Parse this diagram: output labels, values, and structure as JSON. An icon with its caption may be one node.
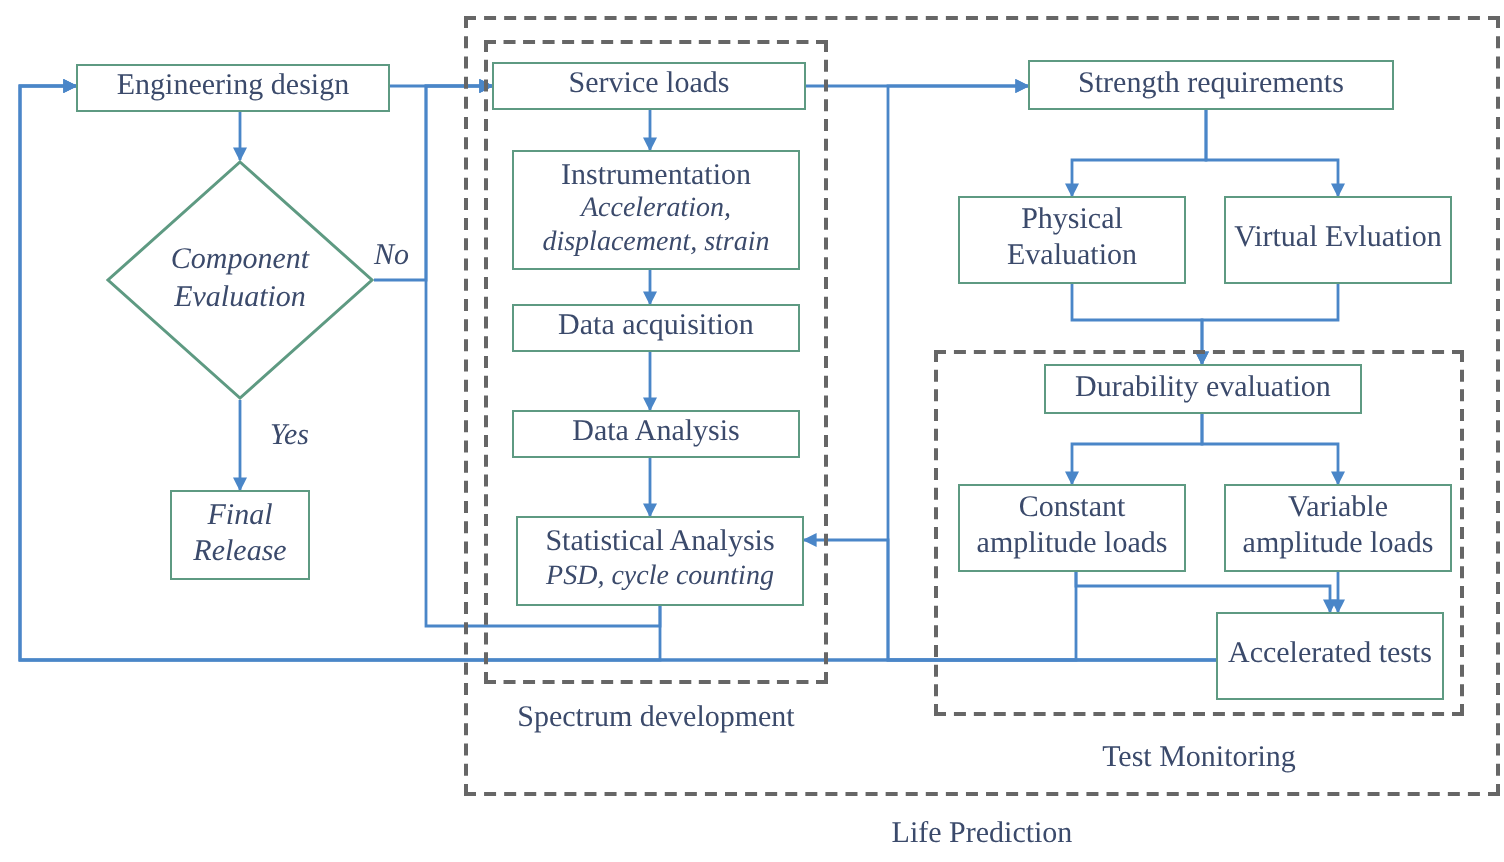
{
  "diagram": {
    "nodes": [
      {
        "text": [
          "Life Prediction"
        ]
      },
      {
        "text": [
          "Spectrum development"
        ],
        "in": 0
      },
      {
        "text": [
          "Test Monitoring"
        ],
        "in": 0
      },
      {
        "text": [
          "Engineering design"
        ]
      },
      {
        "text": [
          "Component Evaluation"
        ]
      },
      {
        "text": [
          "Final Release"
        ]
      },
      {
        "text": [
          "Service loads"
        ],
        "in": 1
      },
      {
        "text": [
          "Instrumentation",
          "Acceleration, displacement, strain"
        ],
        "in": 1
      },
      {
        "text": [
          "Data acquisition"
        ],
        "in": 1
      },
      {
        "text": [
          "Data Analysis"
        ],
        "in": 1
      },
      {
        "text": [
          "Statistical Analysis",
          "PSD, cycle counting"
        ],
        "in": 1
      },
      {
        "text": [
          "Strength requirements"
        ],
        "in": 0
      },
      {
        "text": [
          "Physical Evaluation"
        ],
        "in": 0
      },
      {
        "text": [
          "Virtual Evluation"
        ],
        "in": 0
      },
      {
        "text": [
          "Durability evaluation"
        ],
        "in": 2
      },
      {
        "text": [
          "Constant amplitude loads"
        ],
        "in": 2
      },
      {
        "text": [
          "Variable amplitude loads"
        ],
        "in": 2
      },
      {
        "text": [
          "Accelerated tests"
        ],
        "in": 2
      }
    ],
    "edges": [
      {
        "from": 3,
        "to": 6,
        "arrow": "to"
      },
      {
        "from": 3,
        "to": 4,
        "arrow": "to"
      },
      {
        "from": 4,
        "to": 5,
        "arrow": "to",
        "label": "Yes"
      },
      {
        "from": 4,
        "to": 6,
        "arrow": "to",
        "label": "No"
      },
      {
        "from": 10,
        "to": 6,
        "arrow": "to"
      },
      {
        "from": 10,
        "to": 3,
        "arrow": "to"
      },
      {
        "from": 15,
        "to": 3,
        "arrow": "to"
      },
      {
        "from": 17,
        "to": 3,
        "arrow": "to"
      },
      {
        "from": 17,
        "to": 11,
        "arrow": "to"
      },
      {
        "from": 17,
        "to": 10,
        "arrow": "to"
      },
      {
        "from": 6,
        "to": 11,
        "arrow": "to"
      },
      {
        "from": 6,
        "to": 7,
        "arrow": "to"
      },
      {
        "from": 7,
        "to": 8,
        "arrow": "to"
      },
      {
        "from": 8,
        "to": 9,
        "arrow": "to"
      },
      {
        "from": 9,
        "to": 10,
        "arrow": "to"
      },
      {
        "from": 11,
        "to": 12,
        "arrow": "to"
      },
      {
        "from": 11,
        "to": 13,
        "arrow": "to"
      },
      {
        "from": 12,
        "to": 14,
        "arrow": "to"
      },
      {
        "from": 13,
        "to": 14,
        "arrow": "to"
      },
      {
        "from": 14,
        "to": 15,
        "arrow": "to"
      },
      {
        "from": 14,
        "to": 16,
        "arrow": "to"
      },
      {
        "from": 15,
        "to": 17,
        "arrow": "to"
      },
      {
        "from": 16,
        "to": 17,
        "arrow": "to"
      }
    ]
  }
}
